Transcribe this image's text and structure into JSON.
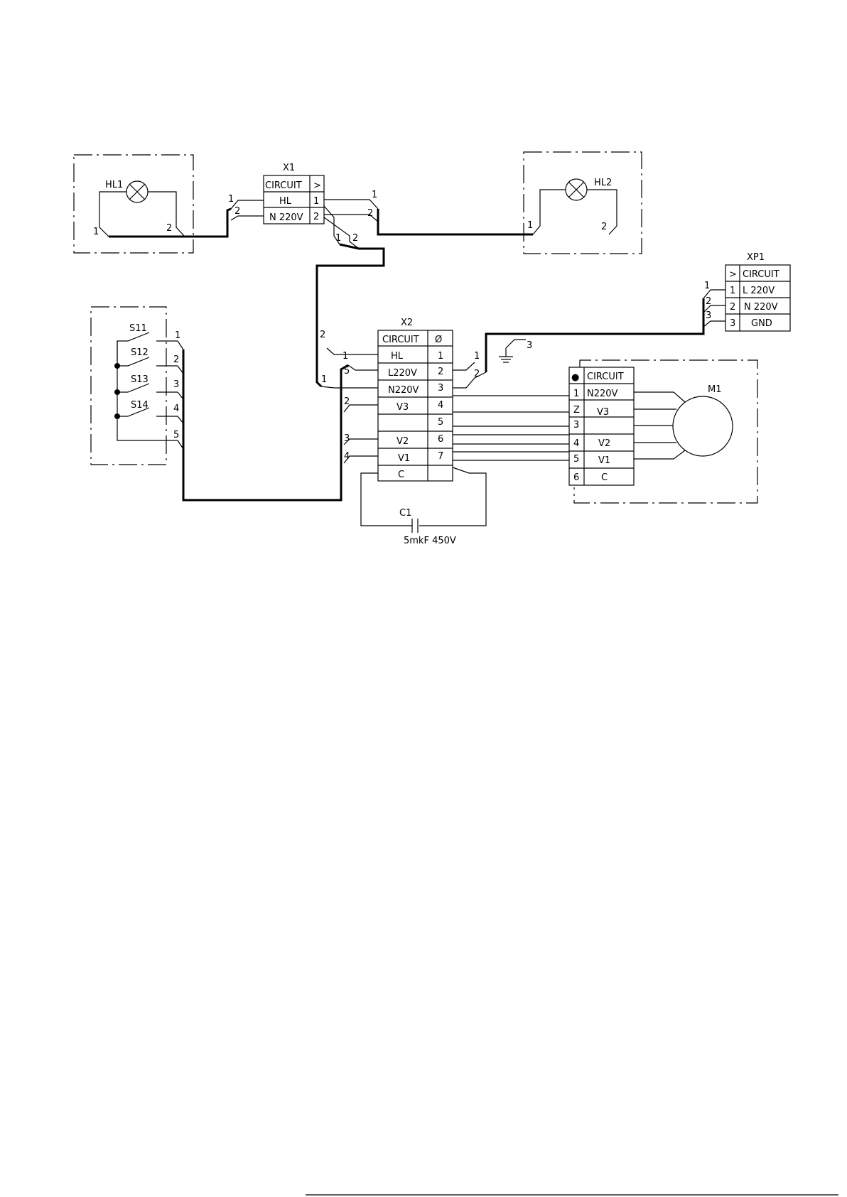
{
  "colors": {
    "line": "#000000",
    "background": "#ffffff"
  },
  "lamps": [
    {
      "label": "HL1",
      "pin1": "1",
      "pin2": "2"
    },
    {
      "label": "HL2",
      "pin1": "1",
      "pin2": "2"
    }
  ],
  "x1": {
    "title": "X1",
    "header": [
      "CIRCUIT",
      ">"
    ],
    "rows": [
      [
        "HL",
        "1"
      ],
      [
        "N 220V",
        "2"
      ]
    ],
    "wire_left": [
      "1",
      "2"
    ],
    "wire_right": [
      "1",
      "2"
    ],
    "wire_down": [
      "1",
      "2"
    ]
  },
  "x2": {
    "title": "X2",
    "header": [
      "CIRCUIT",
      "Ø"
    ],
    "rows": [
      [
        "HL",
        "1"
      ],
      [
        "L220V",
        "2"
      ],
      [
        "N220V",
        "3"
      ],
      [
        "V3",
        "4"
      ],
      [
        "",
        "5"
      ],
      [
        "V2",
        "6"
      ],
      [
        "V1",
        "7"
      ],
      [
        "C",
        ""
      ]
    ],
    "wire_left": [
      "2",
      "1",
      "5",
      "1",
      "2",
      "3",
      "4"
    ],
    "wire_right": [
      "1",
      "2",
      "3"
    ]
  },
  "xp1": {
    "title": "XP1",
    "header": [
      ">",
      "CIRCUIT"
    ],
    "rows": [
      [
        "1",
        "L 220V"
      ],
      [
        "2",
        "N 220V"
      ],
      [
        "3",
        "GND"
      ]
    ],
    "wire_left": [
      "1",
      "2",
      "3"
    ]
  },
  "switch": {
    "labels": [
      "S11",
      "S12",
      "S13",
      "S14"
    ],
    "pins": [
      "1",
      "2",
      "3",
      "4",
      "5"
    ]
  },
  "motor": {
    "label": "M1",
    "header": [
      "●",
      "CIRCUIT"
    ],
    "rows": [
      [
        "1",
        "N220V"
      ],
      [
        "Z",
        "V3"
      ],
      [
        "3",
        ""
      ],
      [
        "4",
        "V2"
      ],
      [
        "5",
        "V1"
      ],
      [
        "6",
        "C"
      ]
    ]
  },
  "capacitor": {
    "label": "C1",
    "value": "5mkF 450V"
  }
}
